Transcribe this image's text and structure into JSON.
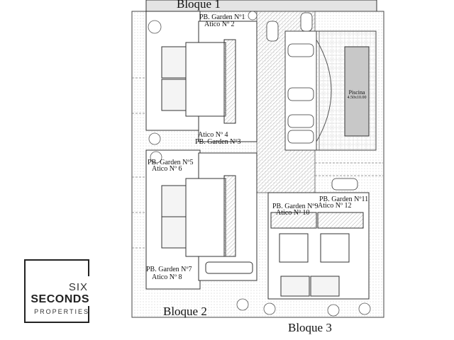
{
  "blocks": {
    "bloque1": "Bloque 1",
    "bloque2": "Bloque 2",
    "bloque3": "Bloque 3"
  },
  "units": {
    "pb_garden_1": "PB. Garden Nº1",
    "atico_2": "Atico Nº 2",
    "atico_4": "Atico Nº 4",
    "pb_garden_3": "PB. Garden Nº3",
    "pb_garden_5": "PB. Garden Nº5",
    "atico_6": "Atico Nº 6",
    "pb_garden_7": "PB. Garden Nº7",
    "atico_8": "Atico Nº 8",
    "pb_garden_9": "PB. Garden Nº9",
    "atico_10": "Atico Nº 10",
    "pb_garden_11": "PB. Garden Nº11",
    "atico_12": "Atico Nº 12"
  },
  "pool": {
    "name": "Piscina",
    "size": "4.50x10.00"
  },
  "logo": {
    "line1": "SIX",
    "line2": "SECONDS",
    "line3": "PROPERTIES"
  },
  "colors": {
    "line": "#333333",
    "hatch": "#9a9a9a",
    "pool": "#c8c8c8",
    "logo_frame": "#222222"
  }
}
